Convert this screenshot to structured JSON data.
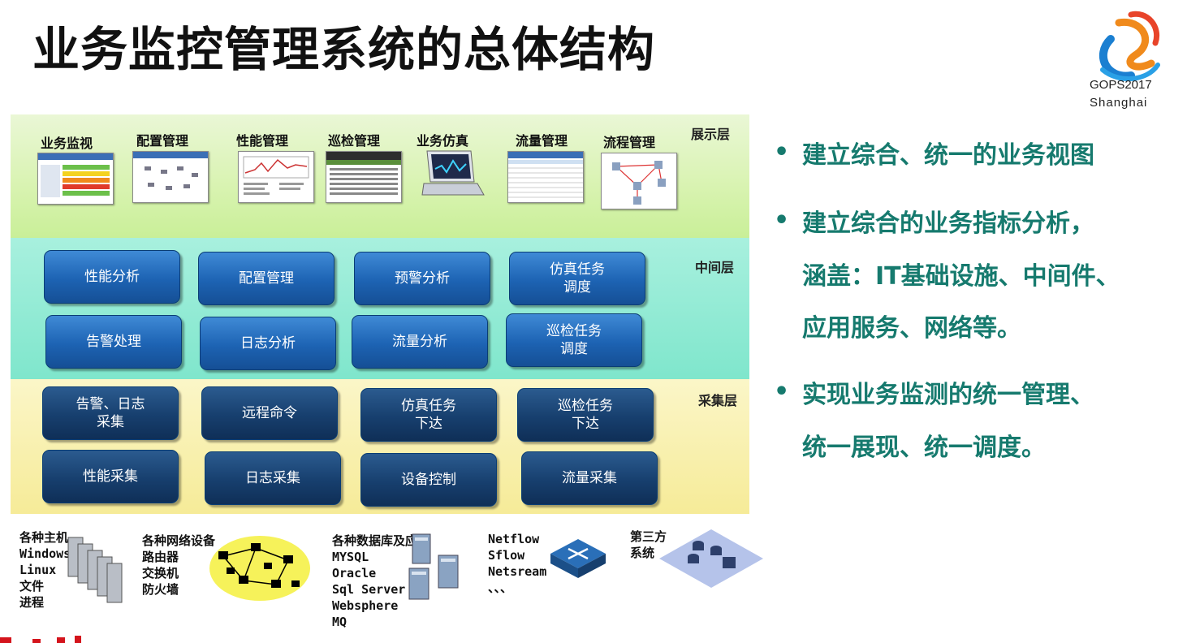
{
  "slide": {
    "title": "业务监控管理系统的总体结构",
    "logo": {
      "line1": "GOPS2017",
      "line2": "Shanghai"
    }
  },
  "layers": {
    "top_label": "展示层",
    "mid_label": "中间层",
    "bot_label": "采集层"
  },
  "apps": [
    {
      "label": "业务监视"
    },
    {
      "label": "配置管理"
    },
    {
      "label": "性能管理"
    },
    {
      "label": "巡检管理"
    },
    {
      "label": "业务仿真"
    },
    {
      "label": "流量管理"
    },
    {
      "label": "流程管理"
    }
  ],
  "middle_boxes": [
    "性能分析",
    "配置管理",
    "预警分析",
    "仿真任务\n调度",
    "告警处理",
    "日志分析",
    "流量分析",
    "巡检任务\n调度"
  ],
  "collect_boxes": [
    "告警、日志\n采集",
    "远程命令",
    "仿真任务\n下达",
    "巡检任务\n下达",
    "性能采集",
    "日志采集",
    "设备控制",
    "流量采集"
  ],
  "sources": {
    "hosts": "各种主机\nWindows\nLinux\n文件\n进程",
    "network": "各种网络设备\n路由器\n交换机\n防火墙",
    "db": "各种数据库及应用\nMYSQL\nOracle\nSql Server\nWebsphere\nMQ",
    "flow": "Netflow\nSflow\nNetsream\n、、、",
    "third": "第三方\n系统"
  },
  "bullets": {
    "b1": "建立综合、统一的业务视图",
    "b2_l1": "建立综合的业务指标分析，",
    "b2_l2": "涵盖：IT基础设施、中间件、",
    "b2_l3": "应用服务、网络等。",
    "b3_l1": "实现业务监测的统一管理、",
    "b3_l2": "统一展现、统一调度。",
    "dot": "•"
  },
  "colors": {
    "accent_teal": "#167a6e",
    "box_blue": "#1d63b3",
    "box_navy": "#173f6e"
  }
}
